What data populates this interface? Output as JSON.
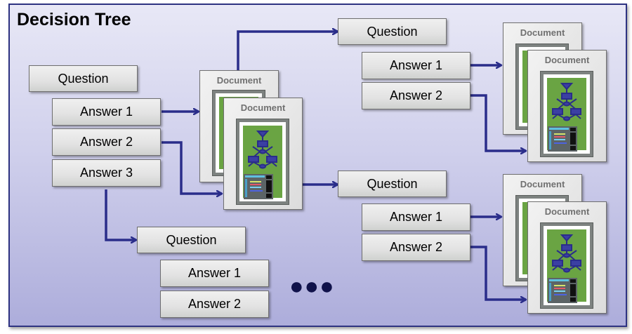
{
  "diagram": {
    "title": "Decision Tree",
    "colors": {
      "connector": "#2a2d8a",
      "frame_border": "#2e3382",
      "doc_screen": "#6aa443"
    },
    "root": {
      "question": "Question",
      "answers": [
        "Answer 1",
        "Answer 2",
        "Answer 3"
      ]
    },
    "center_documents": {
      "back_label": "Document",
      "front_label": "Document"
    },
    "top_branch": {
      "question": "Question",
      "answers": [
        "Answer 1",
        "Answer 2"
      ],
      "documents": {
        "back_label": "Document",
        "front_label": "Document"
      }
    },
    "middle_branch": {
      "question": "Question",
      "answers": [
        "Answer 1",
        "Answer 2"
      ],
      "documents": {
        "back_label": "Document",
        "front_label": "Document"
      }
    },
    "bottom_branch": {
      "question": "Question",
      "answers": [
        "Answer 1",
        "Answer 2"
      ]
    },
    "ellipsis": "●●●",
    "icons": {
      "doc_flowchart": "flowchart-icon",
      "doc_screen": "screen-window-icon"
    }
  }
}
